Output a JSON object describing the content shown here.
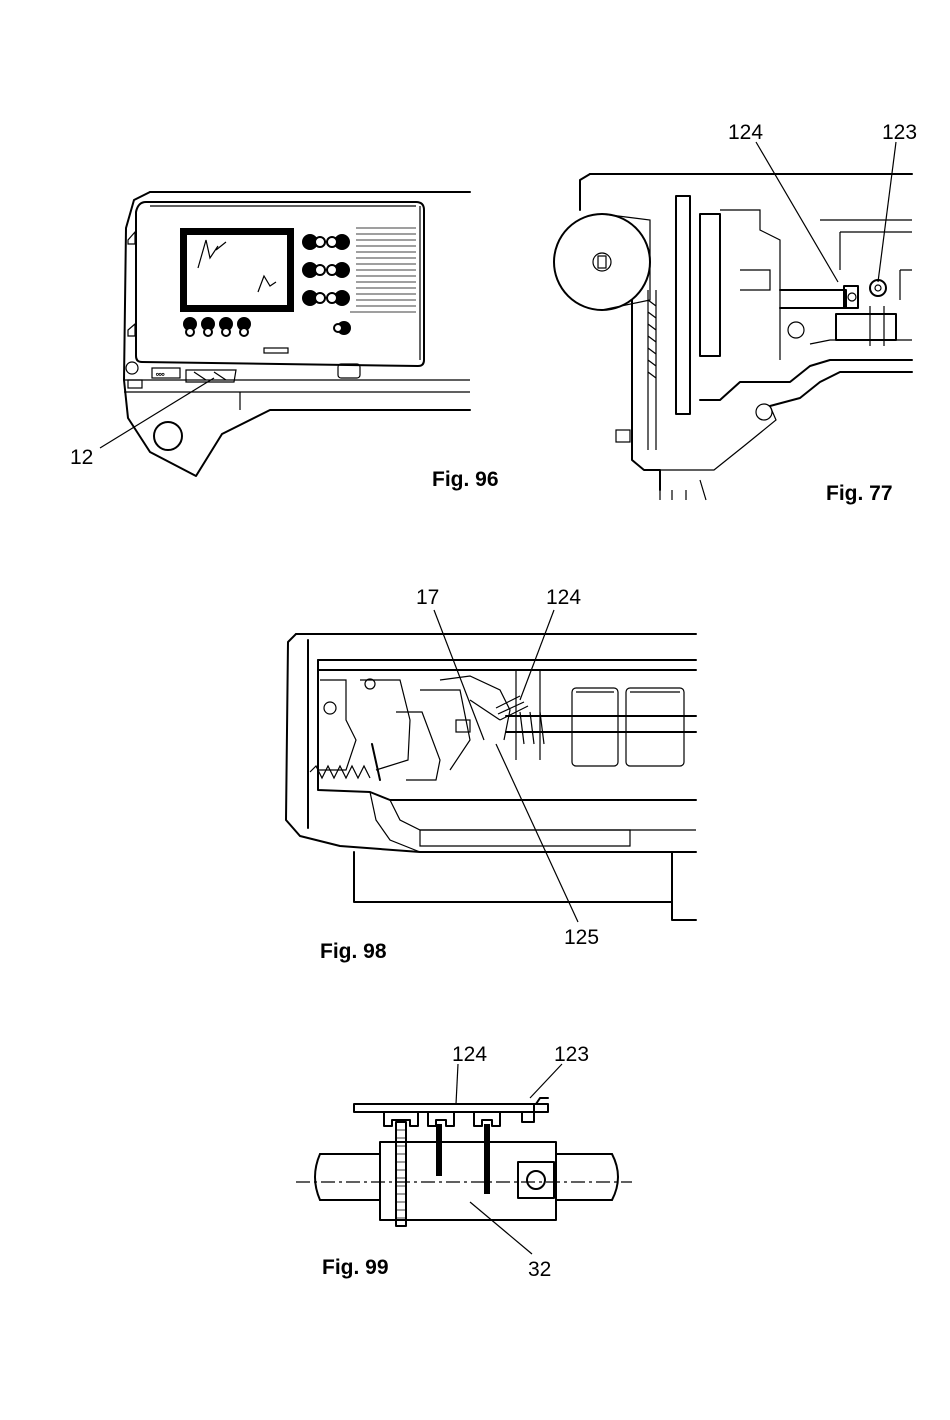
{
  "figures": [
    {
      "id": "fig96",
      "caption": "Fig. 96",
      "callouts": [
        "12"
      ]
    },
    {
      "id": "fig77",
      "caption": "Fig. 77",
      "callouts": [
        "124",
        "123"
      ]
    },
    {
      "id": "fig98",
      "caption": "Fig. 98",
      "callouts": [
        "17",
        "124",
        "125"
      ]
    },
    {
      "id": "fig99",
      "caption": "Fig. 99",
      "callouts": [
        "124",
        "123",
        "32"
      ]
    }
  ]
}
